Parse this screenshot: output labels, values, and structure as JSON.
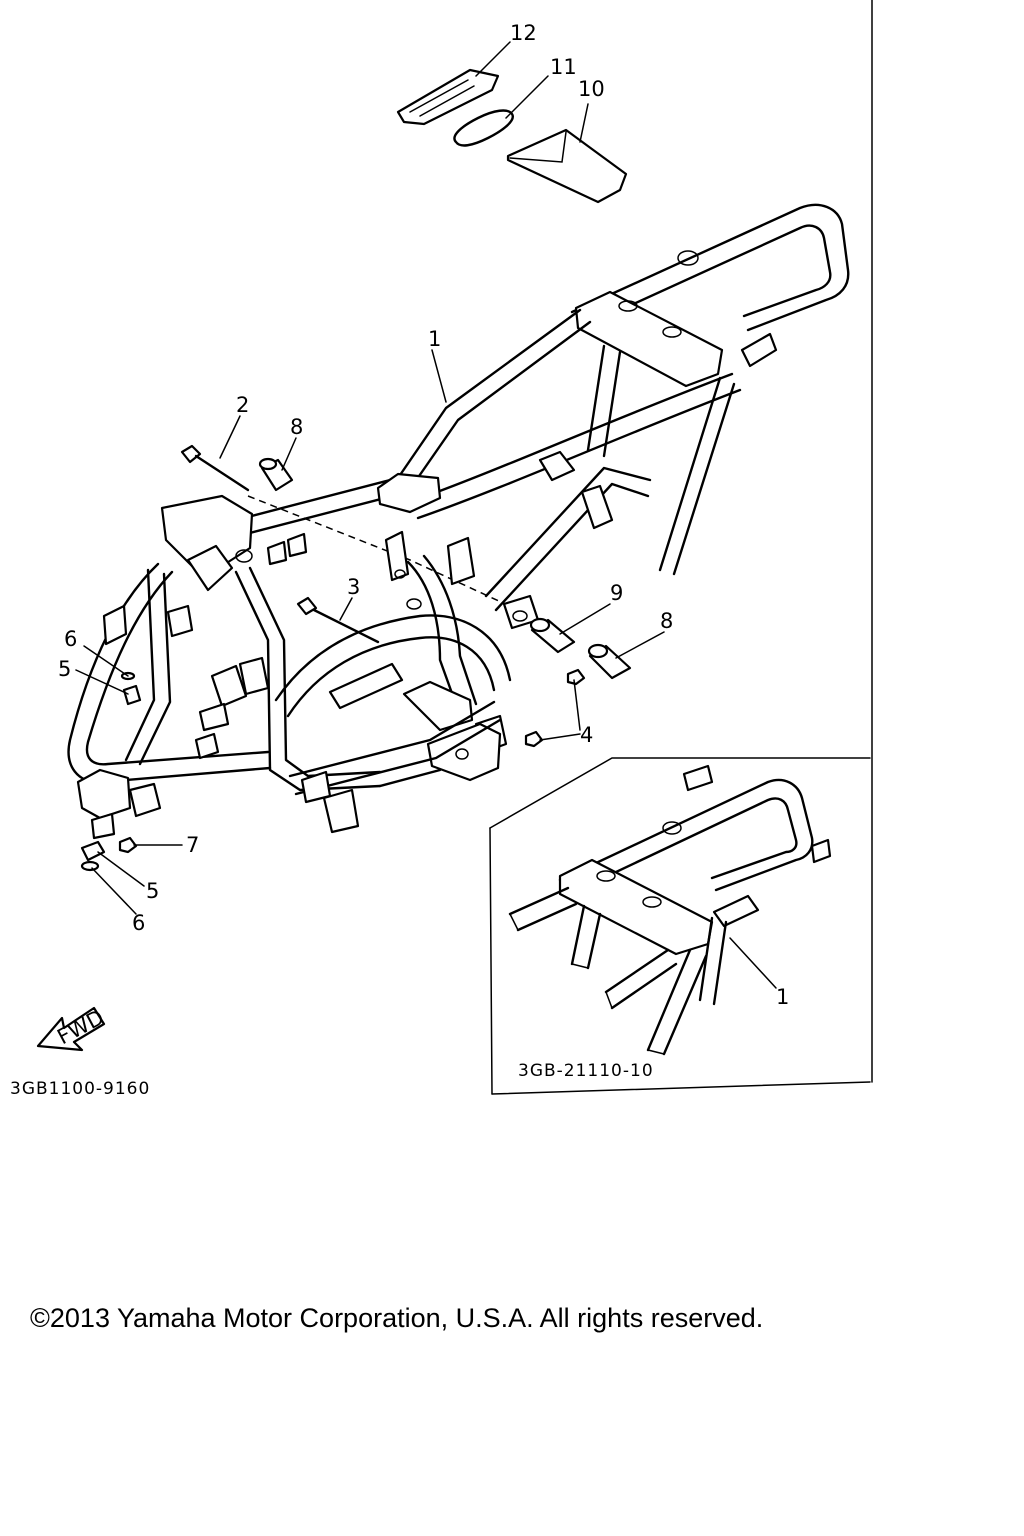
{
  "diagram": {
    "callouts": [
      {
        "id": "c12",
        "label": "12"
      },
      {
        "id": "c11",
        "label": "11"
      },
      {
        "id": "c10",
        "label": "10"
      },
      {
        "id": "c1",
        "label": "1"
      },
      {
        "id": "c2",
        "label": "2"
      },
      {
        "id": "c8a",
        "label": "8"
      },
      {
        "id": "c3",
        "label": "3"
      },
      {
        "id": "c9",
        "label": "9"
      },
      {
        "id": "c8b",
        "label": "8"
      },
      {
        "id": "c6a",
        "label": "6"
      },
      {
        "id": "c5a",
        "label": "5"
      },
      {
        "id": "c4",
        "label": "4"
      },
      {
        "id": "c7",
        "label": "7"
      },
      {
        "id": "c5b",
        "label": "5"
      },
      {
        "id": "c6b",
        "label": "6"
      },
      {
        "id": "c1b",
        "label": "1"
      }
    ],
    "fwd_label": "FWD",
    "main_code": "3GB1100-9160",
    "inset_code": "3GB-21110-10"
  },
  "footer": {
    "copyright": "©2013 Yamaha Motor Corporation, U.S.A. All rights reserved."
  }
}
